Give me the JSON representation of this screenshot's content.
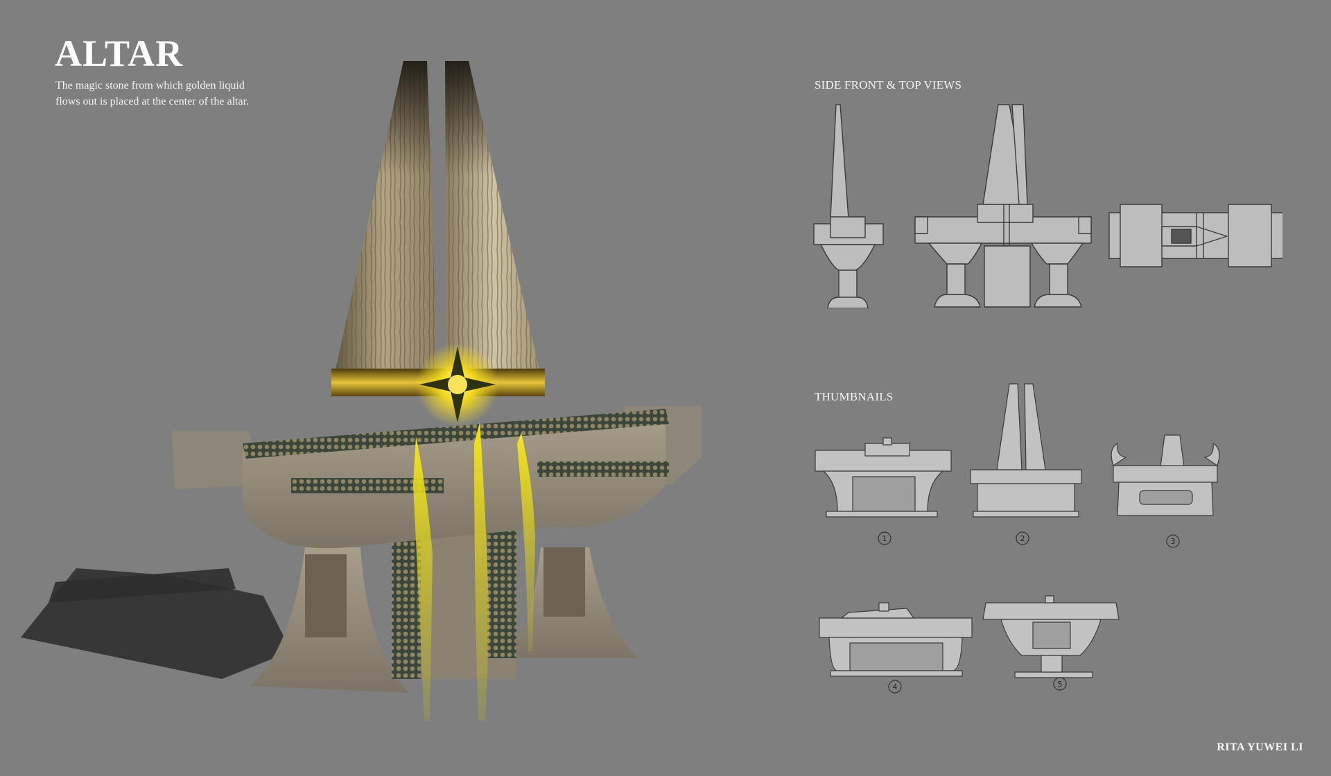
{
  "header": {
    "title": "ALTAR",
    "description": "The magic stone from which golden liquid flows out is placed at the center of the altar."
  },
  "sections": {
    "orthographic_title": "SIDE FRONT & TOP VIEWS",
    "thumbnails_title": "THUMBNAILS"
  },
  "thumbnails": [
    "1",
    "2",
    "3",
    "4",
    "5"
  ],
  "credit": "RITA YUWEI LI",
  "colors": {
    "background": "#7f7f7f",
    "stone": "#9b9181",
    "gold": "#d9c417",
    "sketch_fill": "#bdbdbd",
    "sketch_line": "#3a3a3a"
  }
}
